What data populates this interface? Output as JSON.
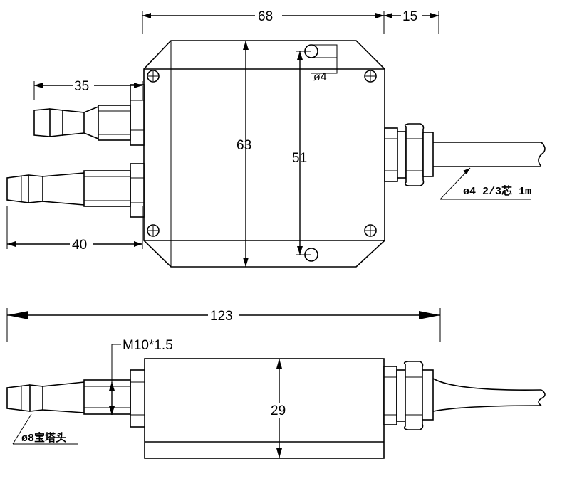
{
  "top_view": {
    "dim_width": "68",
    "dim_cable_gland": "15",
    "dim_height": "63",
    "dim_hole_spacing": "51",
    "dim_hole_dia": "ø4",
    "dim_upper_nozzle": "35",
    "dim_lower_nozzle": "40",
    "cable_label": "ø4 2/3芯 1m"
  },
  "side_view": {
    "dim_total_length": "123",
    "thread_label": "M10*1.5",
    "dim_thickness": "29",
    "barb_label": "ø8宝塔头"
  }
}
